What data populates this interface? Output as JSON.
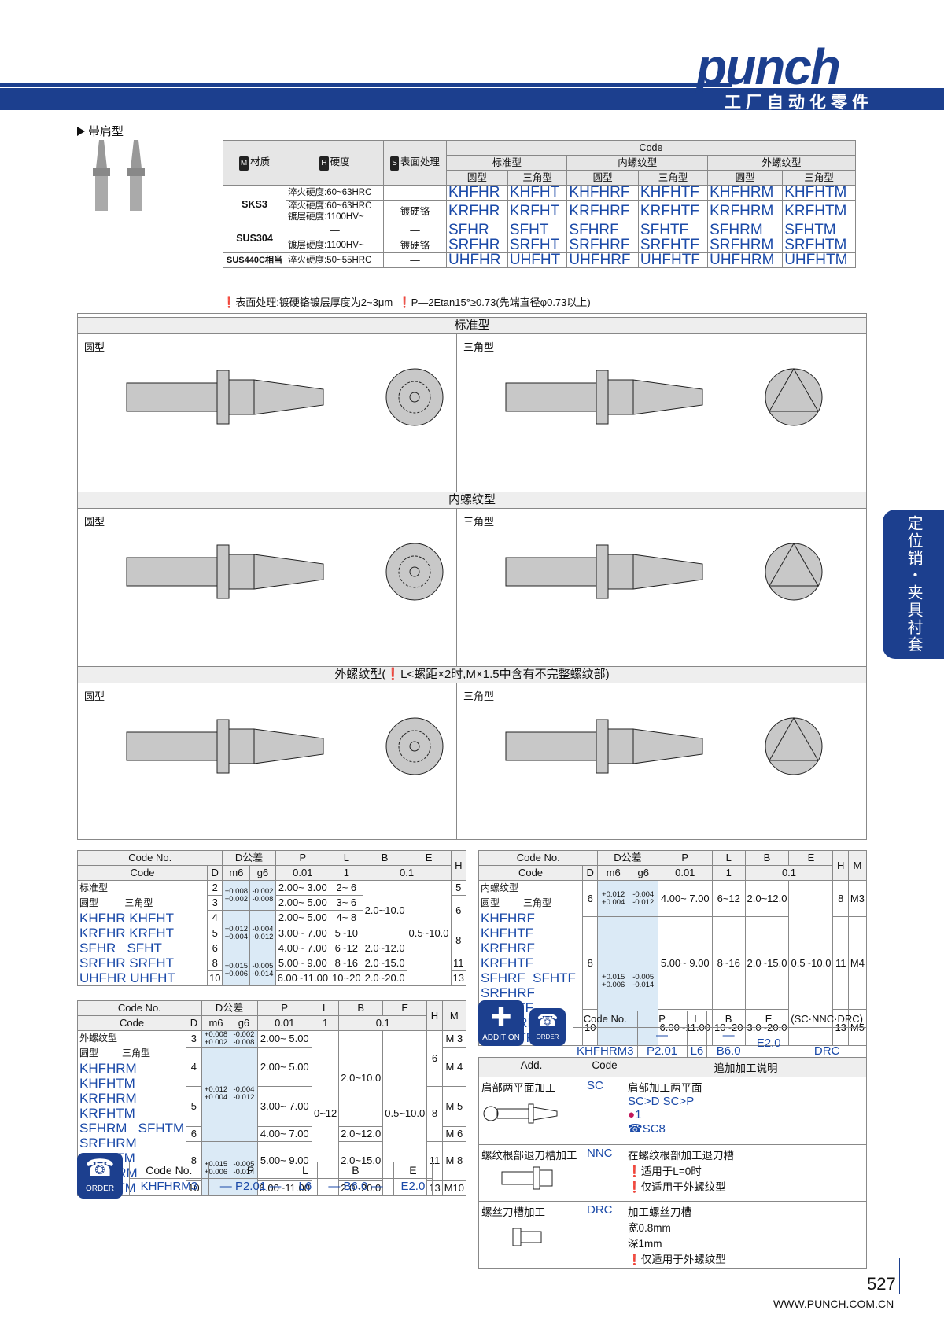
{
  "brand": {
    "logo": "punch",
    "subtitle": "工厂自动化零件"
  },
  "section": {
    "title": "带肩型"
  },
  "spec": {
    "code": "Code",
    "std": "标准型",
    "int": "内螺纹型",
    "ext": "外螺纹型",
    "round": "圆型",
    "tri": "三角型",
    "mat": "材质",
    "hard": "硬度",
    "surf": "表面处理",
    "rows": [
      {
        "m": "SKS3",
        "h": "淬火硬度:60~63HRC",
        "s": "—",
        "c": [
          "KHFHR",
          "KHFHT",
          "KHFHRF",
          "KHFHTF",
          "KHFHRM",
          "KHFHTM"
        ]
      },
      {
        "m": "",
        "h": "淬火硬度:60~63HRC 镀层硬度:1100HV~",
        "s": "镀硬铬",
        "c": [
          "KRFHR",
          "KRFHT",
          "KRFHRF",
          "KRFHTF",
          "KRFHRM",
          "KRFHTM"
        ]
      },
      {
        "m": "SUS304",
        "h": "—",
        "s": "—",
        "c": [
          "SFHR",
          "SFHT",
          "SFHRF",
          "SFHTF",
          "SFHRM",
          "SFHTM"
        ]
      },
      {
        "m": "",
        "h": "镀层硬度:1100HV~",
        "s": "镀硬铬",
        "c": [
          "SRFHR",
          "SRFHT",
          "SRFHRF",
          "SRFHTF",
          "SRFHRM",
          "SRFHTM"
        ]
      },
      {
        "m": "SUS440C相当",
        "h": "淬火硬度:50~55HRC",
        "s": "—",
        "c": [
          "UHFHR",
          "UHFHT",
          "UHFHRF",
          "UHFHTF",
          "UHFHRM",
          "UHFHTM"
        ]
      }
    ],
    "note_a": "表面处理:镀硬铬镀层厚度为2~3μm",
    "note_b": "P—2Etan15°≥0.73(先端直径φ0.73以上)"
  },
  "drawings": {
    "std": "标准型",
    "int": "内螺纹型",
    "ext": "外螺纹型(❗L<螺距×2时,M×1.5中含有不完整螺纹部)",
    "round": "圆型",
    "tri": "三角型"
  },
  "side_tab": "定位销・夹具衬套",
  "t_std": {
    "head_code_no": "Code No.",
    "head_code": "Code",
    "head_d": "D",
    "head_dtol": "D公差",
    "m6": "m6",
    "g6": "g6",
    "p": "P",
    "l": "L",
    "b": "B",
    "e": "E",
    "h": "H",
    "m": "M",
    "p_step": "0.01",
    "l_step": "1",
    "be_step": "0.1",
    "types": "标准型",
    "round": "圆型",
    "tri": "三角型",
    "codes": [
      [
        "KHFHR",
        "KHFHT"
      ],
      [
        "KRFHR",
        "KRFHT"
      ],
      [
        "SFHR",
        "SFHT"
      ],
      [
        "SRFHR",
        "SRFHT"
      ],
      [
        "UHFHR",
        "UHFHT"
      ]
    ],
    "d": [
      "2",
      "3",
      "4",
      "5",
      "6",
      "8",
      "10"
    ],
    "p_vals": [
      "2.00~ 3.00",
      "2.00~ 5.00",
      "2.00~ 5.00",
      "3.00~ 7.00",
      "4.00~ 7.00",
      "5.00~ 9.00",
      "6.00~11.00"
    ],
    "l_vals": [
      "2~ 6",
      "3~ 6",
      "4~ 8",
      "5~10",
      "6~12",
      "8~16",
      "10~20"
    ],
    "b_vals": [
      "2.0~10.0",
      "2.0~12.0",
      "2.0~15.0",
      "2.0~20.0"
    ],
    "e_val": "0.5~10.0",
    "h_vals": [
      "5",
      "6",
      "8",
      "11",
      "13"
    ]
  },
  "t_int": {
    "types": "内螺纹型",
    "codes": [
      [
        "KHFHRF",
        "KHFHTF"
      ],
      [
        "KRFHRF",
        "KRFHTF"
      ],
      [
        "SFHRF",
        "SFHTF"
      ],
      [
        "SRFHRF",
        "SRFHTF"
      ],
      [
        "UHFHRF",
        "UHFHTF"
      ]
    ],
    "d": [
      "6",
      "8",
      "10"
    ],
    "p_vals": [
      "4.00~ 7.00",
      "5.00~ 9.00",
      "6.00~11.00"
    ],
    "l_vals": [
      "6~12",
      "8~16",
      "10~20"
    ],
    "b_vals": [
      "2.0~12.0",
      "2.0~15.0",
      "3.0~20.0"
    ],
    "e_val": "0.5~10.0",
    "h_vals": [
      "8",
      "11",
      "13"
    ],
    "m_vals": [
      "M3",
      "M4",
      "M5"
    ]
  },
  "t_ext": {
    "types": "外螺纹型",
    "codes": [
      [
        "KHFHRM",
        "KHFHTM"
      ],
      [
        "KRFHRM",
        "KRFHTM"
      ],
      [
        "SFHRM",
        "SFHTM"
      ],
      [
        "SRFHRM",
        "SRFHTM"
      ],
      [
        "UHFHRM",
        "UHFHTM"
      ]
    ],
    "d": [
      "3",
      "4",
      "5",
      "6",
      "8",
      "10"
    ],
    "p_vals": [
      "2.00~ 5.00",
      "2.00~ 5.00",
      "3.00~ 7.00",
      "4.00~ 7.00",
      "5.00~ 9.00",
      "6.00~11.00"
    ],
    "l_val": "0~12",
    "b_vals": [
      "2.0~10.0",
      "2.0~12.0",
      "2.0~15.0",
      "2.0~20.0"
    ],
    "e_val": "0.5~10.0",
    "h_vals": [
      "6",
      "8",
      "11",
      "13"
    ],
    "m_vals": [
      "M 3",
      "M 4",
      "M 5",
      "M 6",
      "M 8",
      "M10"
    ]
  },
  "tol": {
    "a": "+0.008 +0.002",
    "b": "-0.002 -0.008",
    "c": "+0.012 +0.004",
    "d": "-0.004 -0.012",
    "e": "+0.015 +0.006",
    "f": "-0.005 -0.014"
  },
  "order": {
    "label": "ORDER",
    "addition": "ADDITION",
    "codeno": "Code No.",
    "p": "P",
    "l": "L",
    "b": "B",
    "e": "E",
    "opt": "(SC·NNC·DRC)",
    "v_code": "KHFHRM3",
    "v_p": "— P2.01 —",
    "v_l": "L6",
    "v_b": "— B6.0 —",
    "v_e": "E2.0",
    "v_e2": "E2.0 —",
    "v_opt": "DRC"
  },
  "add": {
    "h_add": "Add.",
    "h_code": "Code",
    "h_desc": "追加加工说明",
    "r1_name": "肩部两平面加工",
    "r1_code": "SC",
    "r1_d1": "肩部加工两平面",
    "r1_d2": "SC>D  SC>P",
    "r1_d3": "1",
    "r1_d4": "SC8",
    "r2_name": "螺纹根部退刀槽加工",
    "r2_code": "NNC",
    "r2_d1": "在螺纹根部加工退刀槽",
    "r2_d2": "适用于L=0时",
    "r2_d3": "仅适用于外螺纹型",
    "r3_name": "螺丝刀槽加工",
    "r3_code": "DRC",
    "r3_d1": "加工螺丝刀槽",
    "r3_d2": "宽0.8mm",
    "r3_d3": "深1mm",
    "r3_d4": "仅适用于外螺纹型"
  },
  "footer": {
    "page": "527",
    "url": "WWW.PUNCH.COM.CN"
  }
}
